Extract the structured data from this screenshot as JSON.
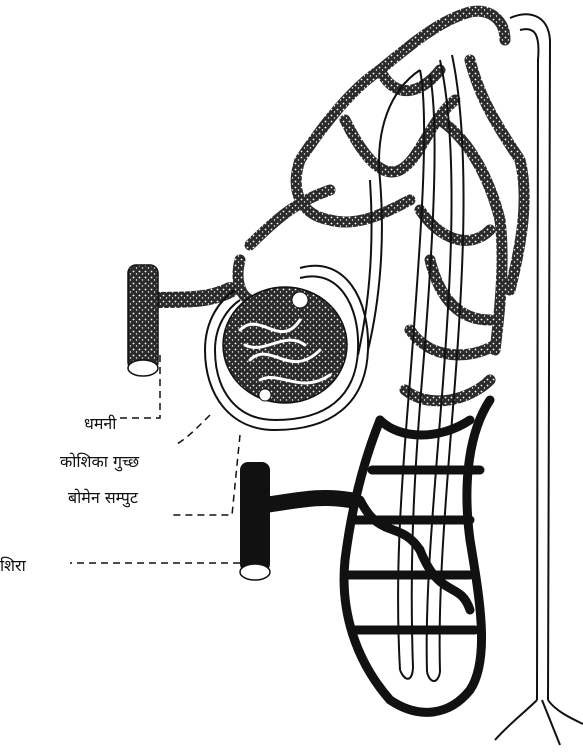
{
  "diagram": {
    "labels": {
      "artery": "धमनी",
      "glomerulus": "कोशिका गुच्छ",
      "bowman_capsule": "बोमेन सम्पुट",
      "vein": "शिरा"
    },
    "colors": {
      "ink": "#111111",
      "stipple": "#1a1a1a",
      "vessel_fill": "#e8e8e8",
      "paper": "#ffffff"
    }
  }
}
